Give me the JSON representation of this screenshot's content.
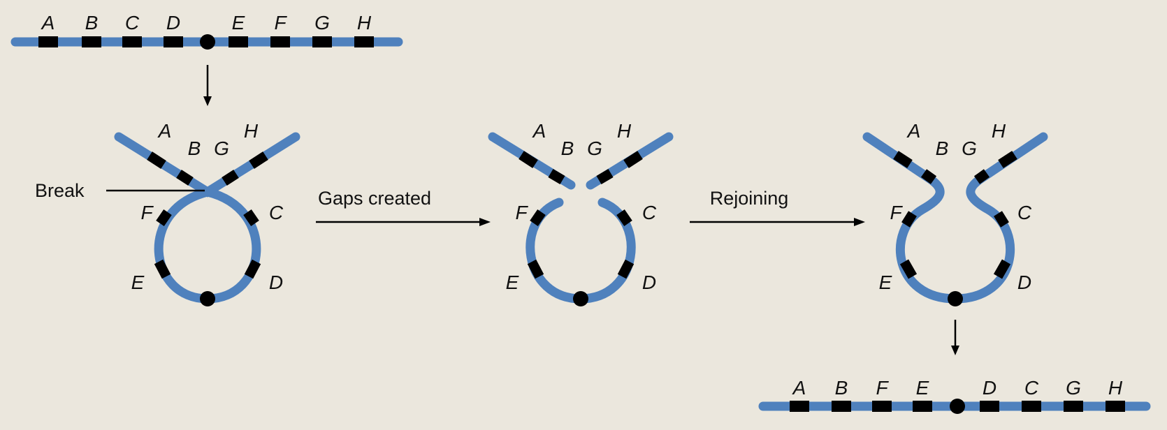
{
  "colors": {
    "background": "#ebe7dd",
    "chromosome": "#4f81bd",
    "band": "#000000"
  },
  "original": {
    "genes": [
      "A",
      "B",
      "C",
      "D",
      "E",
      "F",
      "G",
      "H"
    ]
  },
  "loop1": {
    "genes": {
      "A": "A",
      "B": "B",
      "G": "G",
      "H": "H",
      "F": "F",
      "C": "C",
      "E": "E",
      "D": "D"
    },
    "break_label": "Break"
  },
  "loop2": {
    "genes": {
      "A": "A",
      "B": "B",
      "G": "G",
      "H": "H",
      "F": "F",
      "C": "C",
      "E": "E",
      "D": "D"
    }
  },
  "loop3": {
    "genes": {
      "A": "A",
      "B": "B",
      "G": "G",
      "H": "H",
      "F": "F",
      "C": "C",
      "E": "E",
      "D": "D"
    }
  },
  "steps": {
    "gaps": "Gaps created",
    "rejoin": "Rejoining"
  },
  "result": {
    "genes": [
      "A",
      "B",
      "F",
      "E",
      "D",
      "C",
      "G",
      "H"
    ]
  }
}
